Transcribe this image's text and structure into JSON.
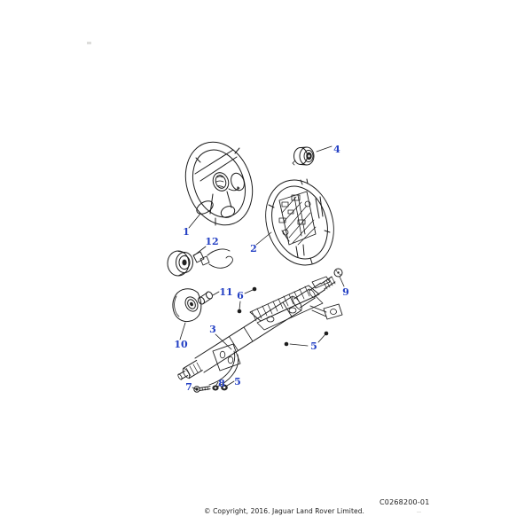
{
  "diagram": {
    "figure_code": "C0268200-01",
    "copyright_line": "© Copyright, 2016. Jaguar Land Rover Limited.",
    "callout_color": "#2440c4",
    "line_color": "#1c1c1c",
    "callouts": [
      {
        "label": "1"
      },
      {
        "label": "2"
      },
      {
        "label": "3"
      },
      {
        "label": "4"
      },
      {
        "label": "5"
      },
      {
        "label": "6"
      },
      {
        "label": "7"
      },
      {
        "label": "8"
      },
      {
        "label": "9"
      },
      {
        "label": "10"
      },
      {
        "label": "11"
      },
      {
        "label": "12"
      }
    ]
  }
}
